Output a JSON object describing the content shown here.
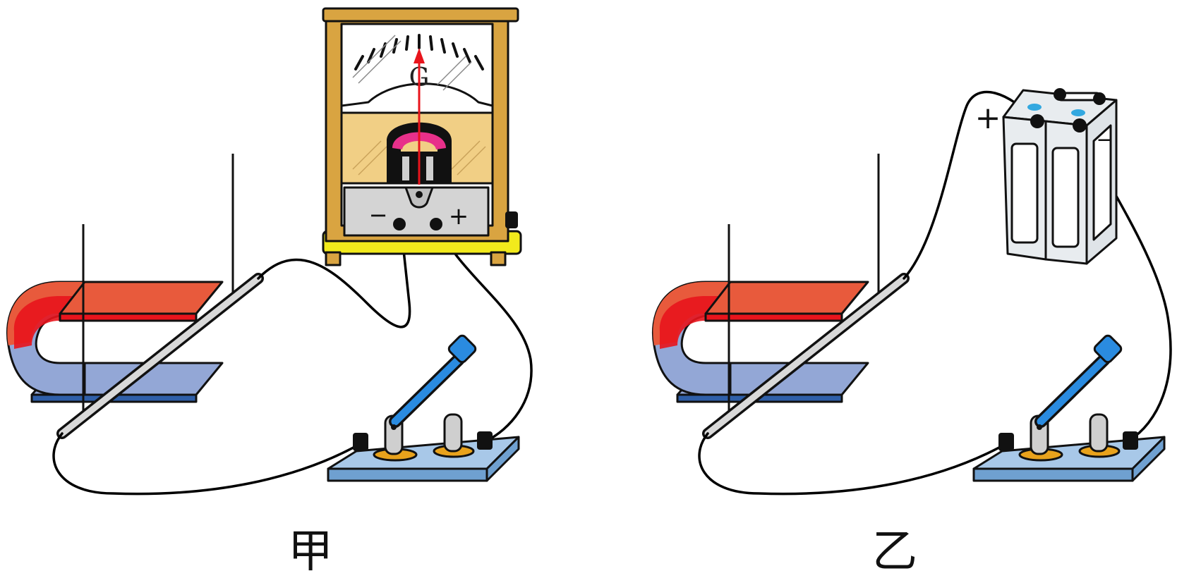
{
  "figure_a": {
    "caption": "甲",
    "galvanometer": {
      "letter": "G",
      "minus_label": "−",
      "plus_label": "+"
    }
  },
  "figure_b": {
    "caption": "乙",
    "battery": {
      "plus_label": "+",
      "minus_label": "−"
    }
  },
  "colors": {
    "magnet_north": "#e85a3c",
    "magnet_north_edge": "#e8141c",
    "magnet_south": "#93a7d6",
    "magnet_south_edge": "#2f5fa8",
    "meter_frame": "#d9a441",
    "meter_panel": "#f1cf85",
    "meter_base": "#f2ea1c",
    "needle": "#e8141c",
    "meter_magnet": "#e8308a",
    "switch_lever": "#2a8be0",
    "switch_base": "#a8c8e8",
    "switch_pad": "#e8a21c",
    "battery_body": "#e8ecef",
    "battery_terminal": "#33a8e0"
  }
}
